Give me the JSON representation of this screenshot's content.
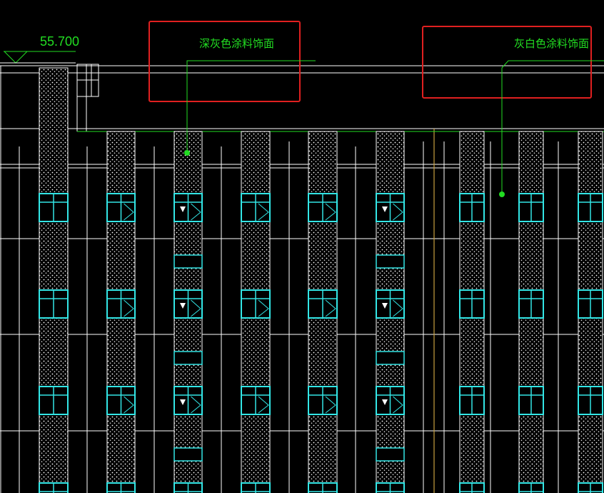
{
  "elevation": {
    "value": "55.700"
  },
  "callouts": [
    {
      "text": "深灰色涂料饰面"
    },
    {
      "text": "灰白色涂料饰面"
    }
  ],
  "colors": {
    "background": "#000000",
    "line": "#ffffff",
    "window": "#33e6e6",
    "leader": "#22dd22",
    "highlight_box": "#e02020",
    "axis": "#c8a040",
    "hatch_dot": "#ffffff"
  }
}
